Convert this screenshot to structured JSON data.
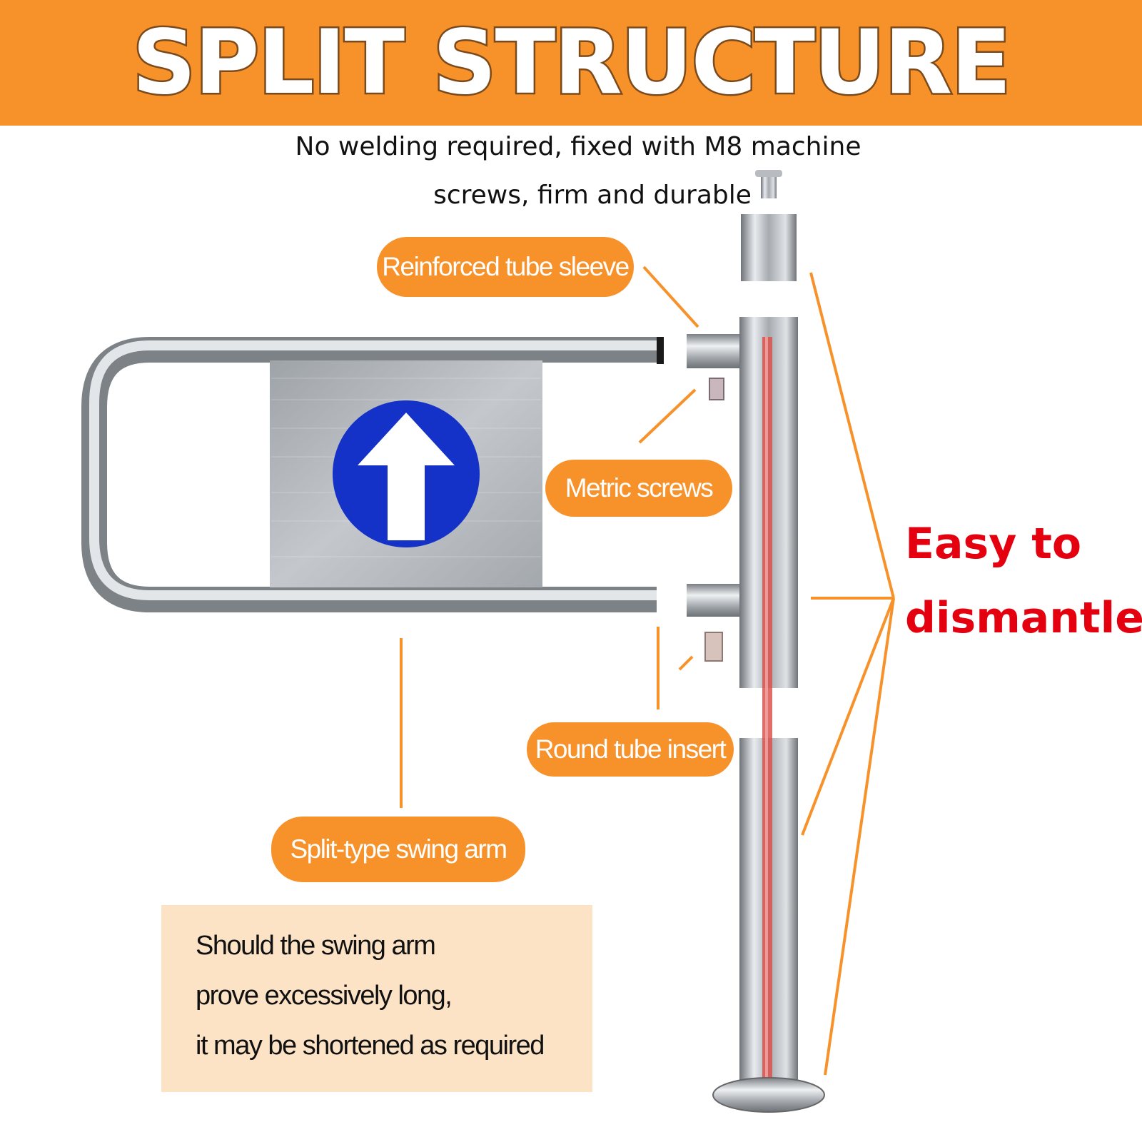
{
  "header": {
    "title": "SPLIT STRUCTURE"
  },
  "subtitle": {
    "line1": "No welding required, fixed with M8 machine",
    "line2": "screws, firm and durable"
  },
  "callouts": {
    "tube_sleeve": "Reinforced tube sleeve",
    "metric_screws": "Metric screws",
    "round_tube_insert": "Round tube insert",
    "swing_arm": "Split-type swing arm"
  },
  "side_label": {
    "line1": "Easy to",
    "line2": "dismantle"
  },
  "note": {
    "line1": "Should the swing arm",
    "line2": "prove excessively long,",
    "line3": "it may be shortened as required"
  },
  "colors": {
    "accent": "#F7922B",
    "highlight_text": "#E4000F",
    "note_bg": "#FDE3C6",
    "sign_blue": "#1432C8"
  },
  "sign": {
    "icon": "up-arrow-icon"
  }
}
